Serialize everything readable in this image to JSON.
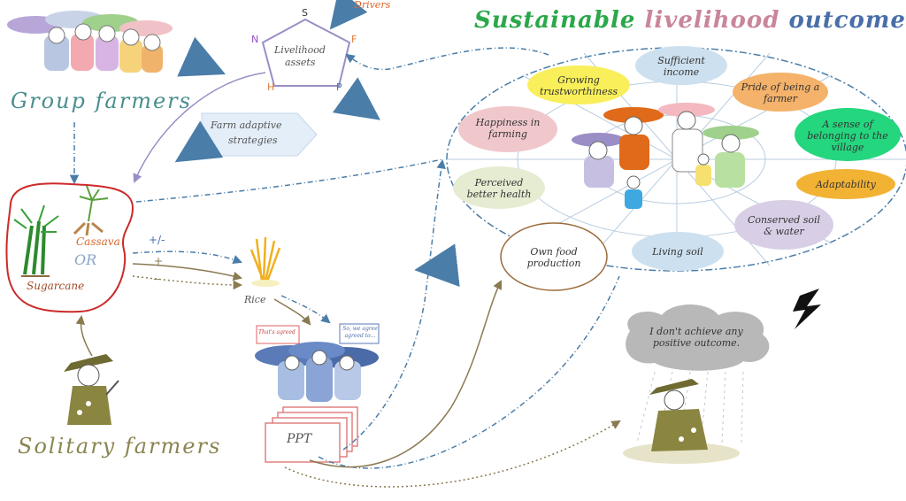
{
  "title": {
    "word1": "Sustainable",
    "word2": "livelihood",
    "word3": "outcomes",
    "colors": [
      "#2aa84a",
      "#c9869a",
      "#4a6fa8"
    ]
  },
  "groups": {
    "group_farmers": "Group farmers",
    "solitary_farmers": "Solitary farmers"
  },
  "pentagon": {
    "label_line1": "Livelihood",
    "label_line2": "assets",
    "vertices": [
      "S",
      "F",
      "P",
      "H",
      "N"
    ],
    "drivers": "Drivers"
  },
  "strategies": {
    "line1": "Farm adaptive",
    "line2": "strategies"
  },
  "crops": {
    "cassava": "Cassava",
    "or": "OR",
    "sugarcane": "Sugarcane",
    "rice": "Rice"
  },
  "signs": {
    "plus_minus": "+/-",
    "plus": "+",
    "minus": "_"
  },
  "ppt": "PPT",
  "speech": {
    "left": "That's agreed",
    "right": "So, we agree agreed to..."
  },
  "outcomes": {
    "growing_trust": "Growing trustworthiness",
    "sufficient_income": "Sufficient income",
    "pride": "Pride of being a farmer",
    "belonging": "A sense of belonging to the village",
    "happiness": "Happiness in farming",
    "adaptability": "Adaptability",
    "better_health": "Perceived better health",
    "conserved": "Conserved soil & water",
    "living_soil": "Living soil",
    "own_food": "Own food production"
  },
  "no_outcome": "I don't achieve any positive outcome."
}
